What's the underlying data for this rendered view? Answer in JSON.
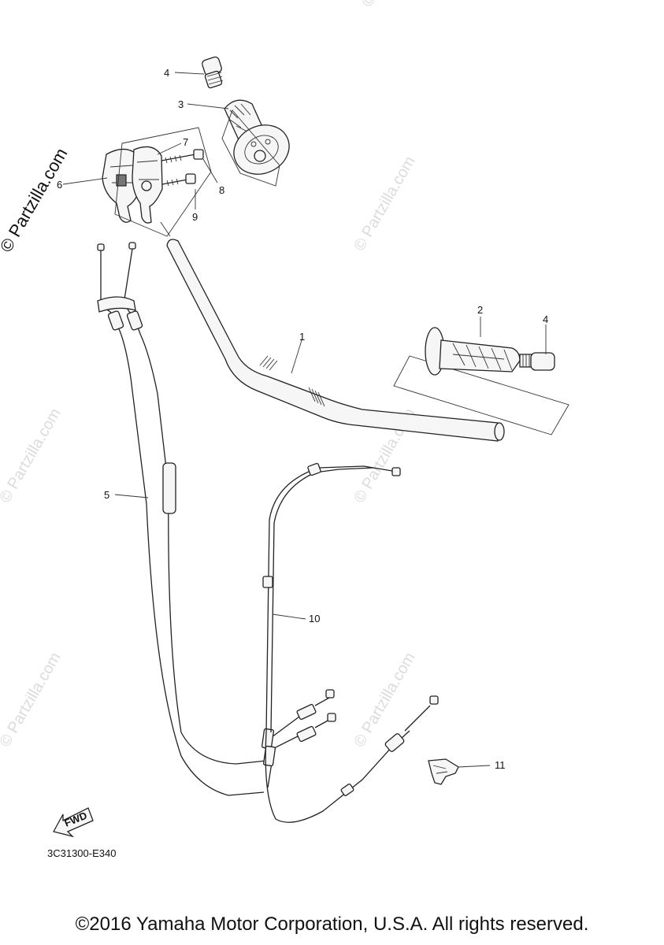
{
  "watermark": "© Partzilla.com",
  "diagram_code": "3C31300-E340",
  "fwd_label": "FWD",
  "copyright": "©2016 Yamaha Motor Corporation, U.S.A. All rights reserved.",
  "callouts": {
    "c1": "1",
    "c2": "2",
    "c3": "3",
    "c4a": "4",
    "c4b": "4",
    "c5": "5",
    "c6": "6",
    "c7": "7",
    "c8": "8",
    "c9": "9",
    "c10": "10",
    "c11": "11"
  }
}
